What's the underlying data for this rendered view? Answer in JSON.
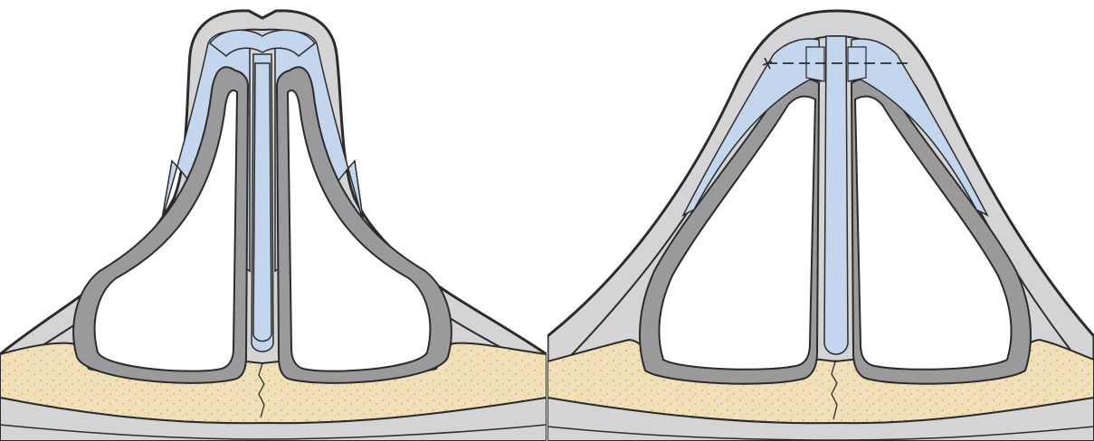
{
  "figure": {
    "panels": [
      {
        "id": "left"
      },
      {
        "id": "right"
      }
    ],
    "colors": {
      "skin": "#d4d4d6",
      "skin_outline": "#2b2b2b",
      "cartilage": "#c3d6ee",
      "bone": "#f1dfb8",
      "bone_speckle": "#cfae7c",
      "lining": "#9a9a9c",
      "airway": "#ffffff",
      "background": "#ffffff"
    },
    "icons": [
      "left-nose-cross-section-diagram",
      "right-nose-cross-section-diagram"
    ]
  }
}
